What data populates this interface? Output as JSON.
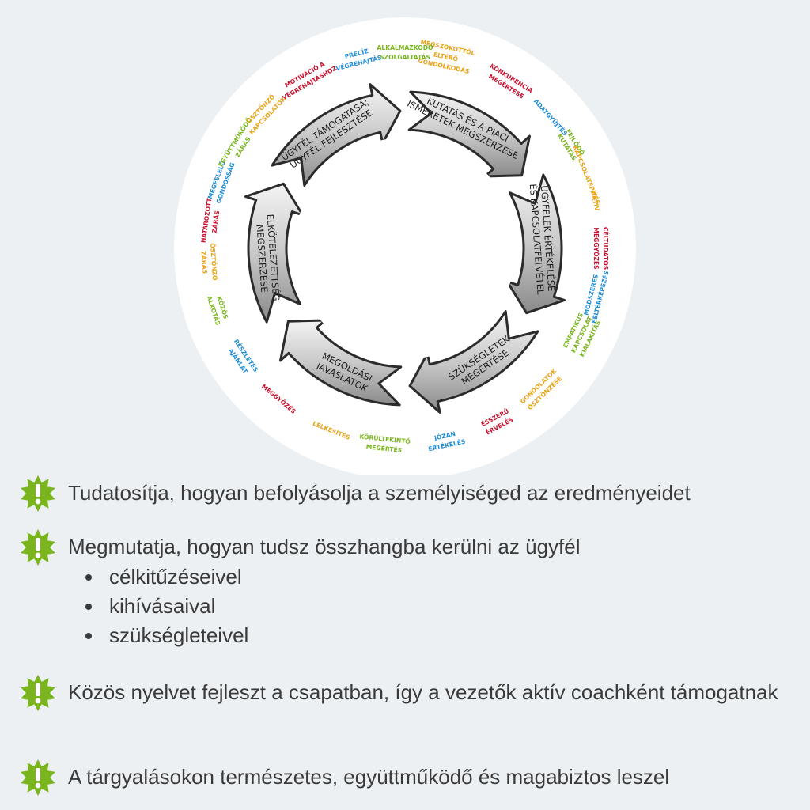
{
  "diagram": {
    "stages": [
      {
        "lines": [
          "KUTATÁS ÉS A PIACI",
          "ISMERETEK MEGSZERZÉSE"
        ]
      },
      {
        "lines": [
          "ÜGYFELEK ÉRTÉKELÉSE",
          "ÉS KAPCSOLATFELVÉTEL"
        ]
      },
      {
        "lines": [
          "SZÜKSÉGLETEK",
          "MEGÉRTÉSE"
        ]
      },
      {
        "lines": [
          "MEGOLDÁSI",
          "JAVASLATOK"
        ]
      },
      {
        "lines": [
          "ELKÖTELEZETTSÉG",
          "MEGSZERZÉSE"
        ]
      },
      {
        "lines": [
          "ÜGYFÉL TÁMOGATÁSA;",
          "ÜGYFÉL FEJLESZTÉSE"
        ]
      }
    ],
    "keywords": [
      {
        "lines": [
          "MEGSZOKOTTÓL",
          "ELTÉRŐ",
          "GONDOLKODÁS"
        ],
        "color": "#e8a317"
      },
      {
        "lines": [
          "KONKURENCIA",
          "MEGÉRTÉSE"
        ],
        "color": "#c8102e"
      },
      {
        "lines": [
          "ADATGYŰJTÉS"
        ],
        "color": "#1f8dd6"
      },
      {
        "lines": [
          "FEJLŐDŐ",
          "KUTATÁS"
        ],
        "color": "#7ab51d"
      },
      {
        "lines": [
          "KAPCSOLATÉPÍTÉS"
        ],
        "color": "#e8a317"
      },
      {
        "lines": [
          "AKTÍV"
        ],
        "color": "#e8a317"
      },
      {
        "lines": [
          "CÉLTUDATOS",
          "MEGGYŐZÉS"
        ],
        "color": "#c8102e"
      },
      {
        "lines": [
          "MÓDSZERES",
          "FELTÉRKÉPEZÉS"
        ],
        "color": "#1f8dd6"
      },
      {
        "lines": [
          "EMPATIKUS",
          "KAPCSOLAT",
          "KIALAKÍTÁS"
        ],
        "color": "#7ab51d"
      },
      {
        "lines": [
          "GONDOLATOK",
          "ÖSZTÖNZÉSE"
        ],
        "color": "#e8a317"
      },
      {
        "lines": [
          "ÉSSZERŰ",
          "ÉRVELÉS"
        ],
        "color": "#c8102e"
      },
      {
        "lines": [
          "JÓZAN",
          "ÉRTÉKELÉS"
        ],
        "color": "#1f8dd6"
      },
      {
        "lines": [
          "KÖRÜLTEKINTŐ",
          "MEGÉRTÉS"
        ],
        "color": "#7ab51d"
      },
      {
        "lines": [
          "LELKESÍTÉS"
        ],
        "color": "#e8a317"
      },
      {
        "lines": [
          "MEGGYŐZÉS"
        ],
        "color": "#c8102e"
      },
      {
        "lines": [
          "RÉSZLETES",
          "AJÁNLAT"
        ],
        "color": "#1f8dd6"
      },
      {
        "lines": [
          "KÖZÖS",
          "ALKOTÁS"
        ],
        "color": "#7ab51d"
      },
      {
        "lines": [
          "ÖSZTÖNZŐ",
          "ZÁRÁS"
        ],
        "color": "#e8a317"
      },
      {
        "lines": [
          "HATÁROZOTT",
          "ZÁRÁS"
        ],
        "color": "#c8102e"
      },
      {
        "lines": [
          "MEGFELELŐ",
          "GONDOSSÁG"
        ],
        "color": "#1f8dd6"
      },
      {
        "lines": [
          "EGYÜTTMŰKÖDŐ",
          "ZÁRÁS"
        ],
        "color": "#7ab51d"
      },
      {
        "lines": [
          "ÖSZTÖNZŐ",
          "KAPCSOLATOK"
        ],
        "color": "#e8a317"
      },
      {
        "lines": [
          "MOTIVÁCIÓ A",
          "VÉGREHAJTÁSHOZ"
        ],
        "color": "#c8102e"
      },
      {
        "lines": [
          "PRECÍZ",
          "VÉGREHAJTÁS"
        ],
        "color": "#1f8dd6"
      },
      {
        "lines": [
          "ALKALMAZKODÓ",
          "SZOLGALTATÁS"
        ],
        "color": "#7ab51d"
      }
    ]
  },
  "bullets": [
    {
      "text": "Tudatosítja, hogyan befolyásolja a személyiséged az eredményeidet"
    },
    {
      "text": "Megmutatja, hogyan tudsz összhangba kerülni az ügyfél",
      "sub": [
        "célkitűzéseivel",
        "kihívásaival",
        "szükségleteivel"
      ]
    },
    {
      "text": "Közös nyelvet fejleszt a csapatban, így a vezetők aktív coachként támogatnak"
    },
    {
      "text": "A tárgyalásokon természetes, együttműködő és magabiztos leszel"
    }
  ],
  "colors": {
    "background": "#ecf0f2",
    "star": "#7ab51d",
    "text": "#3a3a3a"
  }
}
